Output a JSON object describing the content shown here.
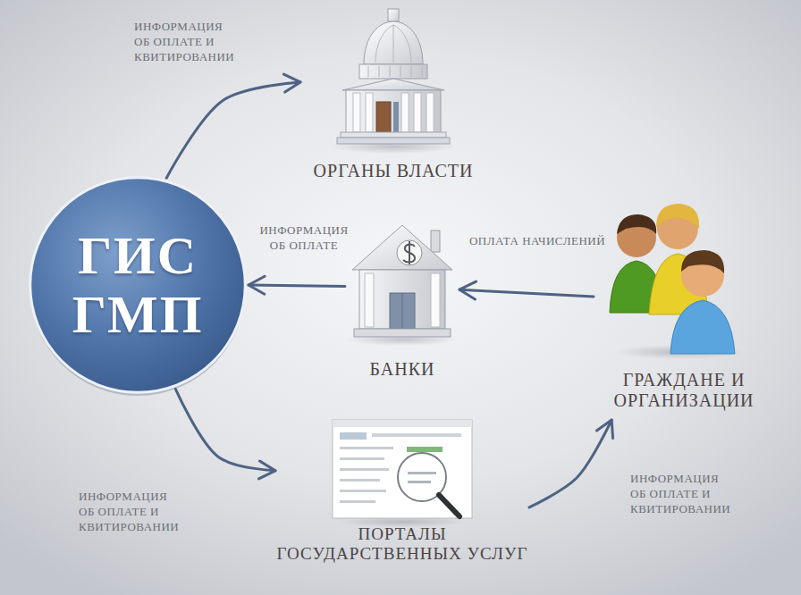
{
  "diagram": {
    "nodes": [
      {
        "text": [
          "ОРГАНЫ ВЛАСТИ"
        ]
      },
      {
        "text": [
          "ГИС ГМП"
        ]
      },
      {
        "text": [
          "БАНКИ"
        ]
      },
      {
        "text": [
          "ГРАЖДАНЕ И ОРГАНИЗАЦИИ"
        ]
      },
      {
        "text": [
          "ПОРТАЛЫ ГОСУДАРСТВЕННЫХ УСЛУГ"
        ]
      }
    ],
    "edges": [
      {
        "from": 1,
        "to": 0,
        "arrow": "to",
        "label": "ИНФОРМАЦИЯ ОБ ОПЛАТЕ И КВИТИРОВАНИИ"
      },
      {
        "from": 2,
        "to": 1,
        "arrow": "to",
        "label": "ИНФОРМАЦИЯ ОБ ОПЛАТЕ"
      },
      {
        "from": 3,
        "to": 2,
        "arrow": "to",
        "label": "ОПЛАТА НАЧИСЛЕНИЙ"
      },
      {
        "from": 1,
        "to": 4,
        "arrow": "to",
        "label": "ИНФОРМАЦИЯ ОБ ОПЛАТЕ И КВИТИРОВАНИИ"
      },
      {
        "from": 4,
        "to": 3,
        "arrow": "to",
        "label": "ИНФОРМАЦИЯ ОБ ОПЛАТЕ И КВИТИРОВАНИИ"
      }
    ]
  }
}
